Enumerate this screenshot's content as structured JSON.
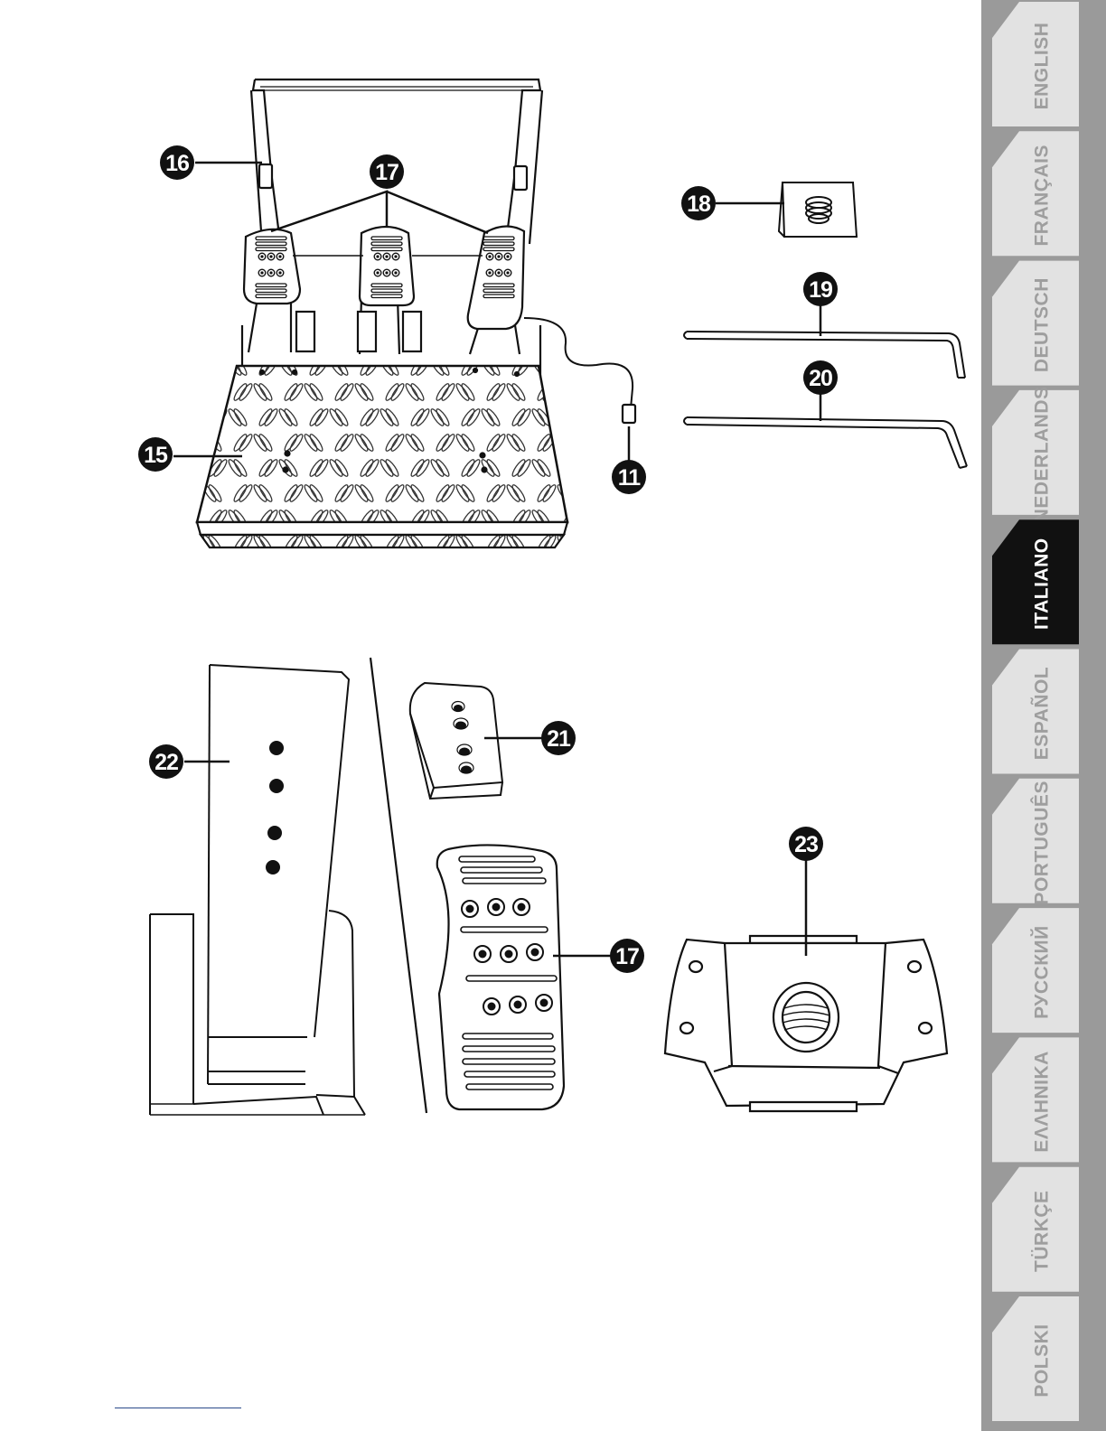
{
  "language_tabs": [
    {
      "label": "ENGLISH",
      "active": false
    },
    {
      "label": "FRANÇAIS",
      "active": false
    },
    {
      "label": "DEUTSCH",
      "active": false
    },
    {
      "label": "NEDERLANDS",
      "active": false
    },
    {
      "label": "ITALIANO",
      "active": true
    },
    {
      "label": "ESPAÑOL",
      "active": false
    },
    {
      "label": "PORTUGUÊS",
      "active": false
    },
    {
      "label": "РУССКИЙ",
      "active": false
    },
    {
      "label": "ΕΛΛΗΝΙΚΑ",
      "active": false
    },
    {
      "label": "TÜRKÇE",
      "active": false
    },
    {
      "label": "POLSKI",
      "active": false
    }
  ],
  "callouts": {
    "c16": "16",
    "c17_top": "17",
    "c18": "18",
    "c19": "19",
    "c20": "20",
    "c15": "15",
    "c11": "11",
    "c22": "22",
    "c21": "21",
    "c17_bottom": "17",
    "c23": "23"
  },
  "colors": {
    "tab_inactive": "#e2e2e2",
    "tab_active": "#111111",
    "tab_text_inactive": "#9e9e9e",
    "tab_text_active": "#ffffff",
    "callout": "#111111",
    "footer_rule": "#2a4a8a"
  }
}
